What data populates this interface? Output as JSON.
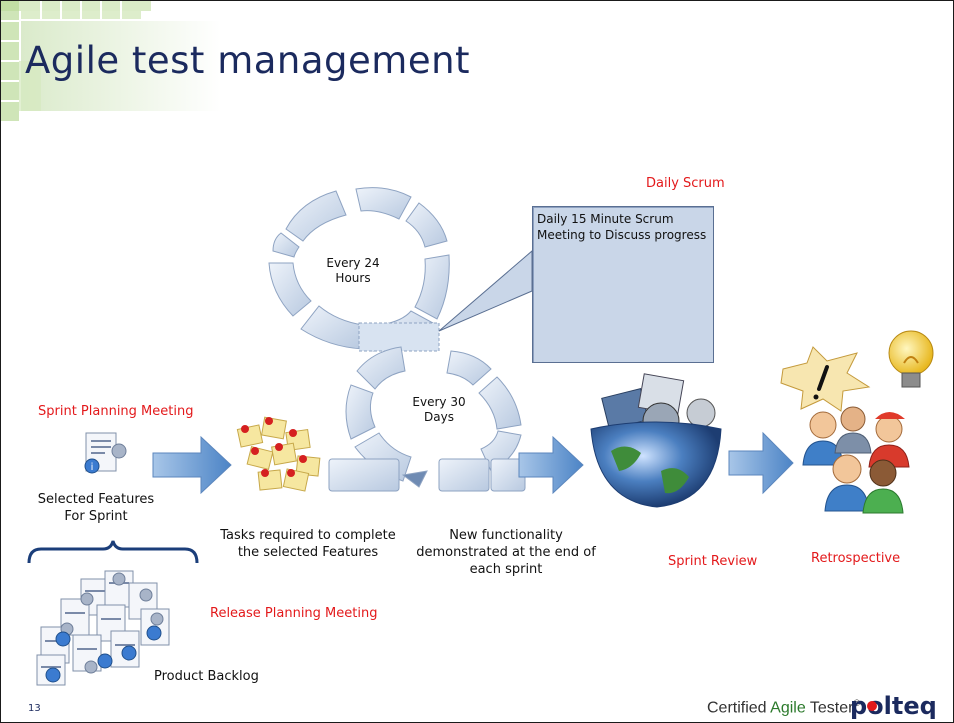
{
  "slide": {
    "title": "Agile test management",
    "page_number": "13"
  },
  "labels": {
    "daily_scrum": "Daily Scrum",
    "scrum_box_line1": "Daily 15 Minute Scrum",
    "scrum_box_line2": "Meeting to Discuss progress",
    "every_24_line1": "Every 24",
    "every_24_line2": "Hours",
    "every_30_line1": "Every 30",
    "every_30_line2": "Days",
    "sprint_planning": "Sprint Planning Meeting",
    "selected_features_line1": "Selected Features",
    "selected_features_line2": "For Sprint",
    "tasks_line1": "Tasks required to complete",
    "tasks_line2": "the selected Features",
    "new_func_line1": "New functionality",
    "new_func_line2": "demonstrated at the end of",
    "new_func_line3": "each sprint",
    "sprint_review": "Sprint Review",
    "retrospective": "Retrospective",
    "release_planning": "Release Planning Meeting",
    "product_backlog": "Product Backlog"
  },
  "footer": {
    "brand_prefix": "Certified ",
    "brand_agile": "Agile",
    "brand_suffix": " Tester",
    "registered": "®",
    "logo_text": "polteq"
  },
  "colors": {
    "title": "#1b2a5e",
    "red_label": "#e3191b",
    "cycle_segment": "#c5d3e6",
    "arrow": "#7aa6d8"
  },
  "icons": [
    "document-gear-icon",
    "sticky-notes-icon",
    "people-group-icon",
    "globe-media-icon",
    "lightbulb-icon",
    "exclamation-burst-icon",
    "document-stack-icon"
  ]
}
